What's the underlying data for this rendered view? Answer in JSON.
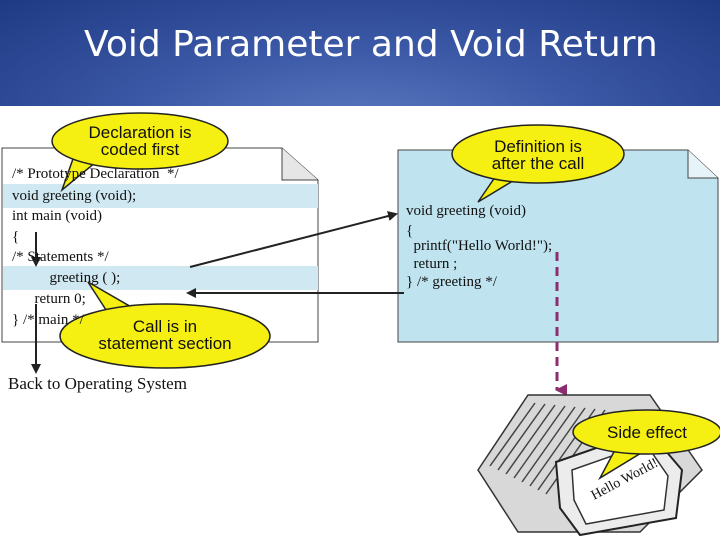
{
  "slide": {
    "title": "Void Parameter and Void Return"
  },
  "left_page": {
    "lines": [
      "/* Prototype Declaration  */",
      "void greeting (void);",
      "int main (void)",
      "{",
      "/* Statements */",
      "          greeting ( );",
      "      return 0;",
      "} /* main */"
    ]
  },
  "right_page": {
    "lines": [
      "void greeting (void)",
      "{",
      "  printf(\"Hello World!\");",
      "  return ;",
      "} /* greeting */"
    ]
  },
  "callouts": {
    "declaration": [
      "Declaration is",
      "coded first"
    ],
    "definition": [
      "Definition is",
      "after the call"
    ],
    "call": [
      "Call is in",
      "statement section"
    ],
    "side_effect": "Side effect"
  },
  "captions": {
    "back_to_os": "Back to Operating System",
    "monitor_screen": "Hello World!"
  },
  "colors": {
    "header_bg": "#2b4a98",
    "callout_fill": "#f5ef12",
    "highlight_fill": "#cfe8f1",
    "page_right_fill": "#bfe3ef",
    "side_effect_arrow": "#8b2d6e"
  }
}
